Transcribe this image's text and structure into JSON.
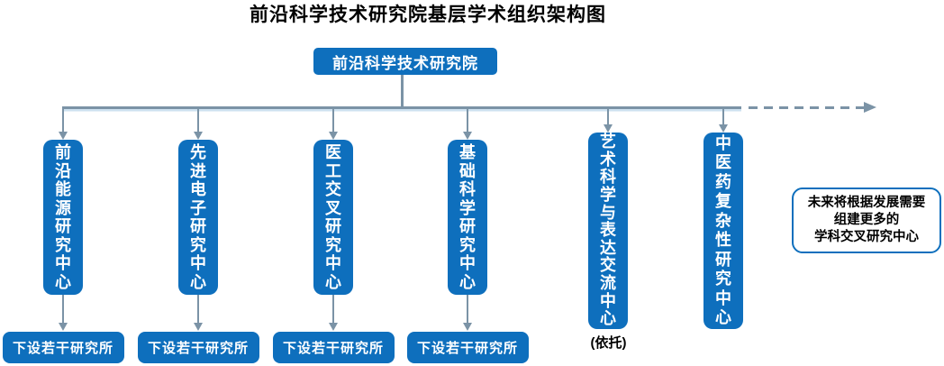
{
  "title": "前沿科学技术研究院基层学术组织架构图",
  "root": {
    "label": "前沿科学技术研究院"
  },
  "centers": [
    {
      "label": "前沿能源研究中心",
      "sub": "下设若干研究所"
    },
    {
      "label": "先进电子研究中心",
      "sub": "下设若干研究所"
    },
    {
      "label": "医工交叉研究中心",
      "sub": "下设若干研究所"
    },
    {
      "label": "基础科学研究中心",
      "sub": "下设若干研究所"
    },
    {
      "label": "艺术科学与表达交流中心",
      "note": "(依托)"
    },
    {
      "label": "中医药复杂性研究中心"
    }
  ],
  "future_note": {
    "lines": [
      "未来将根据发展需要",
      "组建更多的",
      "学科交叉研究中心"
    ]
  },
  "colors": {
    "box_blue": "#0E6FBD",
    "connector": "#7B93A6",
    "text_on_blue": "#FFFFFF",
    "text_black": "#000000"
  }
}
